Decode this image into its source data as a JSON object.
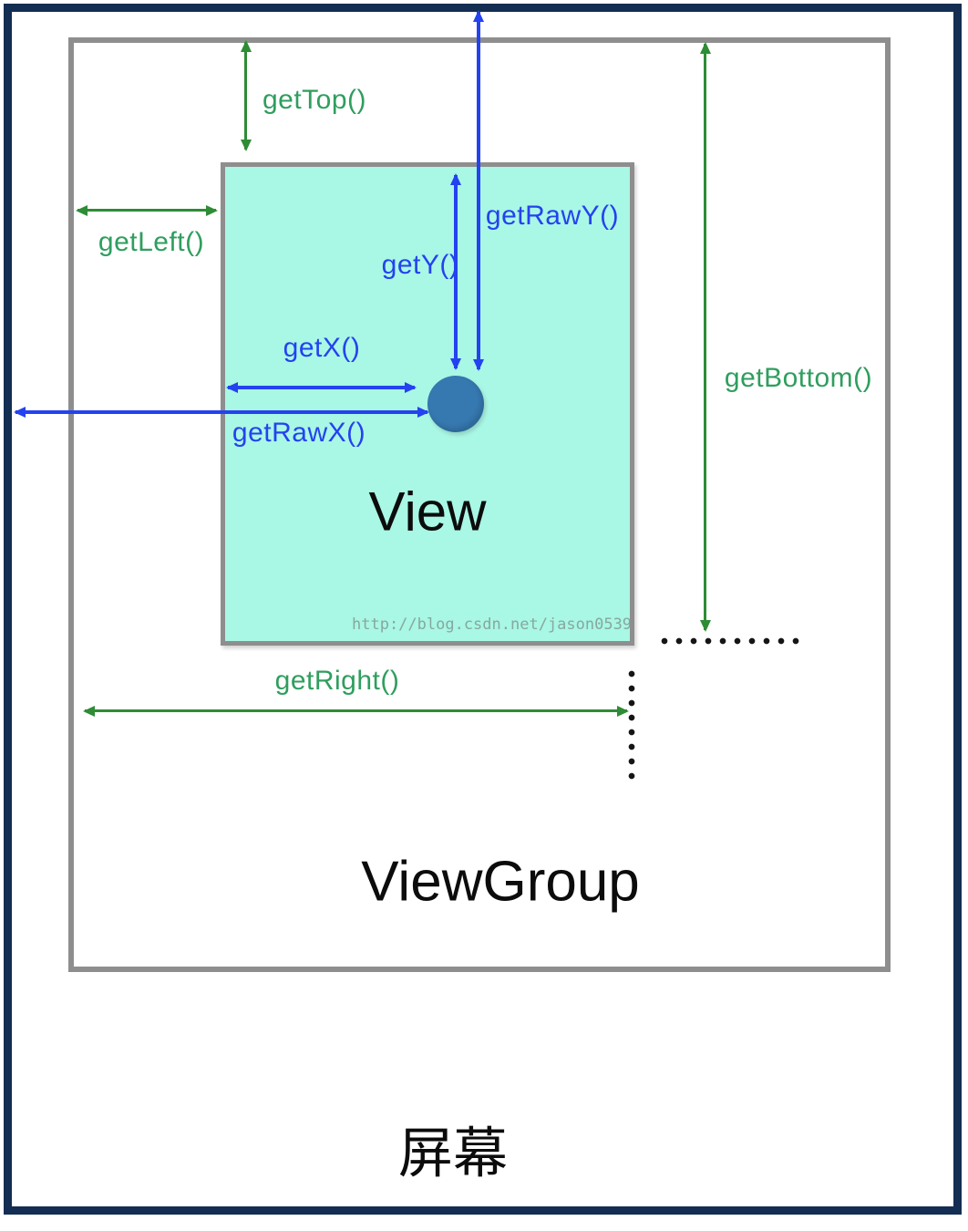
{
  "diagram": {
    "screen_label": "屏幕",
    "viewgroup_label": "ViewGroup",
    "view_label": "View",
    "watermark": "http://blog.csdn.net/jason0539",
    "labels": {
      "get_top": "getTop()",
      "get_left": "getLeft()",
      "get_right": "getRight()",
      "get_bottom": "getBottom()",
      "get_x": "getX()",
      "get_y": "getY()",
      "get_raw_x": "getRawX()",
      "get_raw_y": "getRawY()"
    },
    "colors": {
      "screen_border": "#132e52",
      "border_gray": "#8e8e8e",
      "view_fill": "#a9f7e5",
      "green_arrow": "#2e8c35",
      "green_label": "#2f9e5e",
      "blue": "#2442f0",
      "touch_point": "#3678b0",
      "dot_color": "#151515"
    }
  }
}
